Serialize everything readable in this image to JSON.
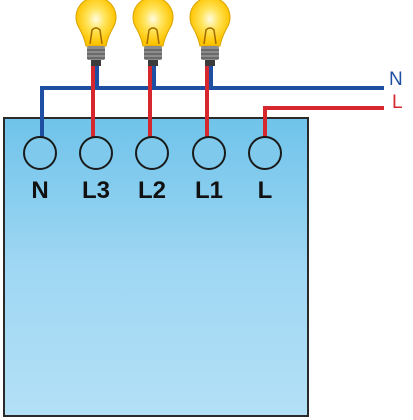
{
  "colors": {
    "neutral_wire": "#1f4fa3",
    "live_wire": "#d6262e",
    "box_fill_light": "#a7dcf5",
    "box_fill_dark": "#6fc3ea",
    "box_border": "#2a2a2a",
    "terminal_fill": "#7fc9ec",
    "bulb_glow": "#ffd31a",
    "bulb_core": "#ffe98a",
    "bulb_base": "#8c8c8c",
    "label_color": "#111111"
  },
  "terminals": [
    {
      "id": "n",
      "label": "N"
    },
    {
      "id": "l3",
      "label": "L3"
    },
    {
      "id": "l2",
      "label": "L2"
    },
    {
      "id": "l1",
      "label": "L1"
    },
    {
      "id": "l",
      "label": "L"
    }
  ],
  "supply_lines": [
    {
      "id": "neutral",
      "label": "N",
      "color_key": "neutral_wire"
    },
    {
      "id": "live",
      "label": "L",
      "color_key": "live_wire"
    }
  ],
  "bulbs": [
    {
      "icon": "light-bulb-icon",
      "connected_to": "L3"
    },
    {
      "icon": "light-bulb-icon",
      "connected_to": "L2"
    },
    {
      "icon": "light-bulb-icon",
      "connected_to": "L1"
    }
  ]
}
